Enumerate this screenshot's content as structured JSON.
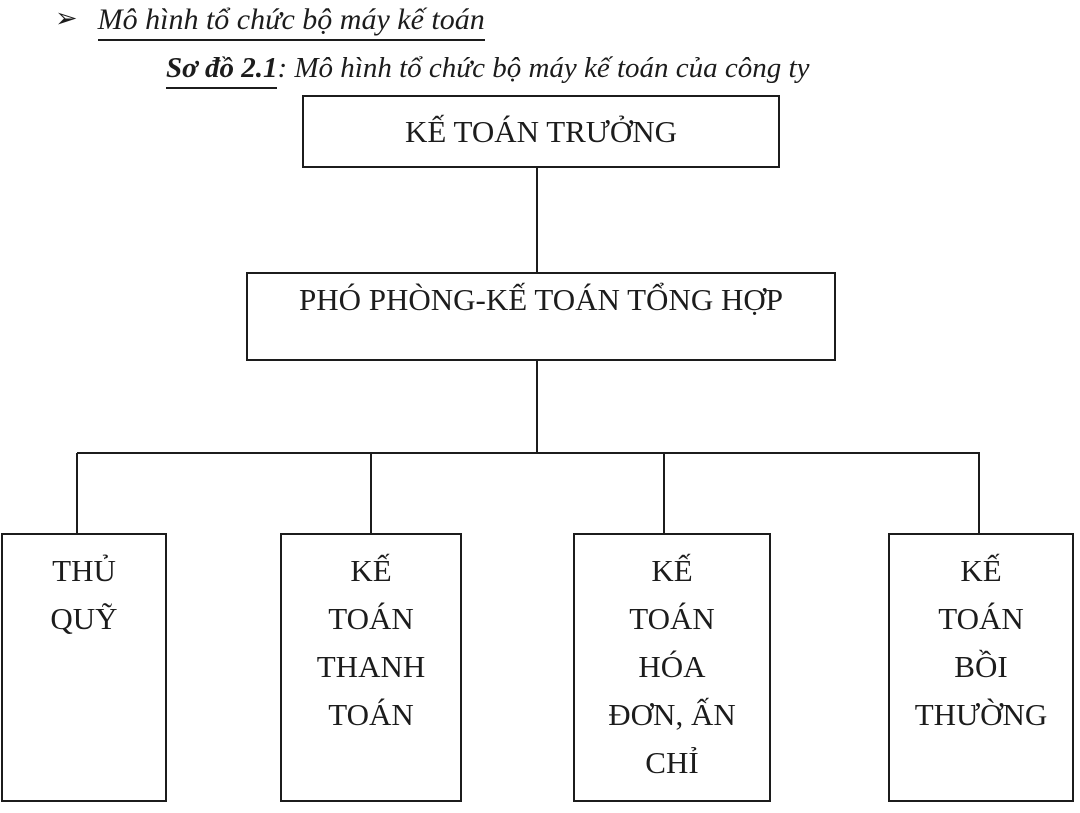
{
  "headings": {
    "bullet": "➢",
    "section_title": "Mô hình tổ chức bộ máy kế toán",
    "caption_label": "Sơ đồ 2.1",
    "caption_text": ": Mô hình tổ chức bộ máy kế toán của công ty"
  },
  "org_chart": {
    "level1": {
      "label": "KẾ TOÁN TRƯỞNG"
    },
    "level2": {
      "label": "PHÓ PHÒNG-KẾ TOÁN TỔNG HỢP"
    },
    "level3": [
      {
        "name": "thu-quy",
        "lines": [
          "THỦ",
          "QUỸ"
        ]
      },
      {
        "name": "ke-toan-thanh-toan",
        "lines": [
          "KẾ",
          "TOÁN",
          "THANH",
          "TOÁN"
        ]
      },
      {
        "name": "ke-toan-hoa-don",
        "lines": [
          "KẾ",
          "TOÁN",
          "HÓA",
          "ĐƠN, ẤN",
          "CHỈ"
        ]
      },
      {
        "name": "ke-toan-boi-thuong",
        "lines": [
          "KẾ",
          "TOÁN",
          "BỒI",
          "THƯỜNG"
        ]
      }
    ]
  },
  "colors": {
    "ink": "#1c1c1c",
    "background": "#ffffff"
  }
}
